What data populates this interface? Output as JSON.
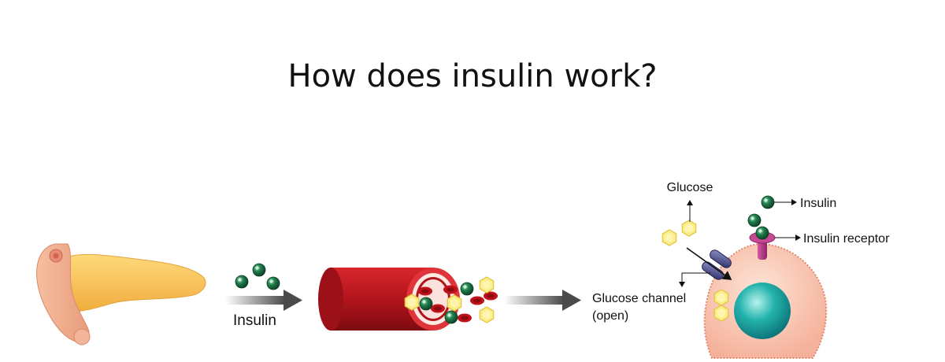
{
  "title": "How does insulin work?",
  "labels": {
    "insulin_arrow": "Insulin",
    "glucose": "Glucose",
    "insulin": "Insulin",
    "insulin_receptor": "Insulin receptor",
    "glucose_channel_line1": "Glucose channel",
    "glucose_channel_line2": "(open)"
  },
  "icons": {
    "pancreas": "pancreas-icon",
    "blood_vessel": "blood-vessel-icon",
    "cell": "cell-icon",
    "insulin_molecule": "insulin-molecule-icon",
    "glucose_molecule": "glucose-hexagon-icon",
    "red_blood_cell": "red-blood-cell-icon",
    "receptor": "insulin-receptor-icon",
    "channel": "glucose-channel-icon"
  },
  "colors": {
    "insulin_green": "#1f7a4a",
    "glucose_yellow": "#f7e56a",
    "vessel_red": "#b3141c",
    "pancreas_orange": "#f6c25c",
    "cell_pink": "#f9c2ad",
    "nucleus_teal": "#23b3ad",
    "receptor_magenta": "#b0357f",
    "channel_navy": "#3c3f82",
    "arrow_gray": "#4a4a4a"
  }
}
